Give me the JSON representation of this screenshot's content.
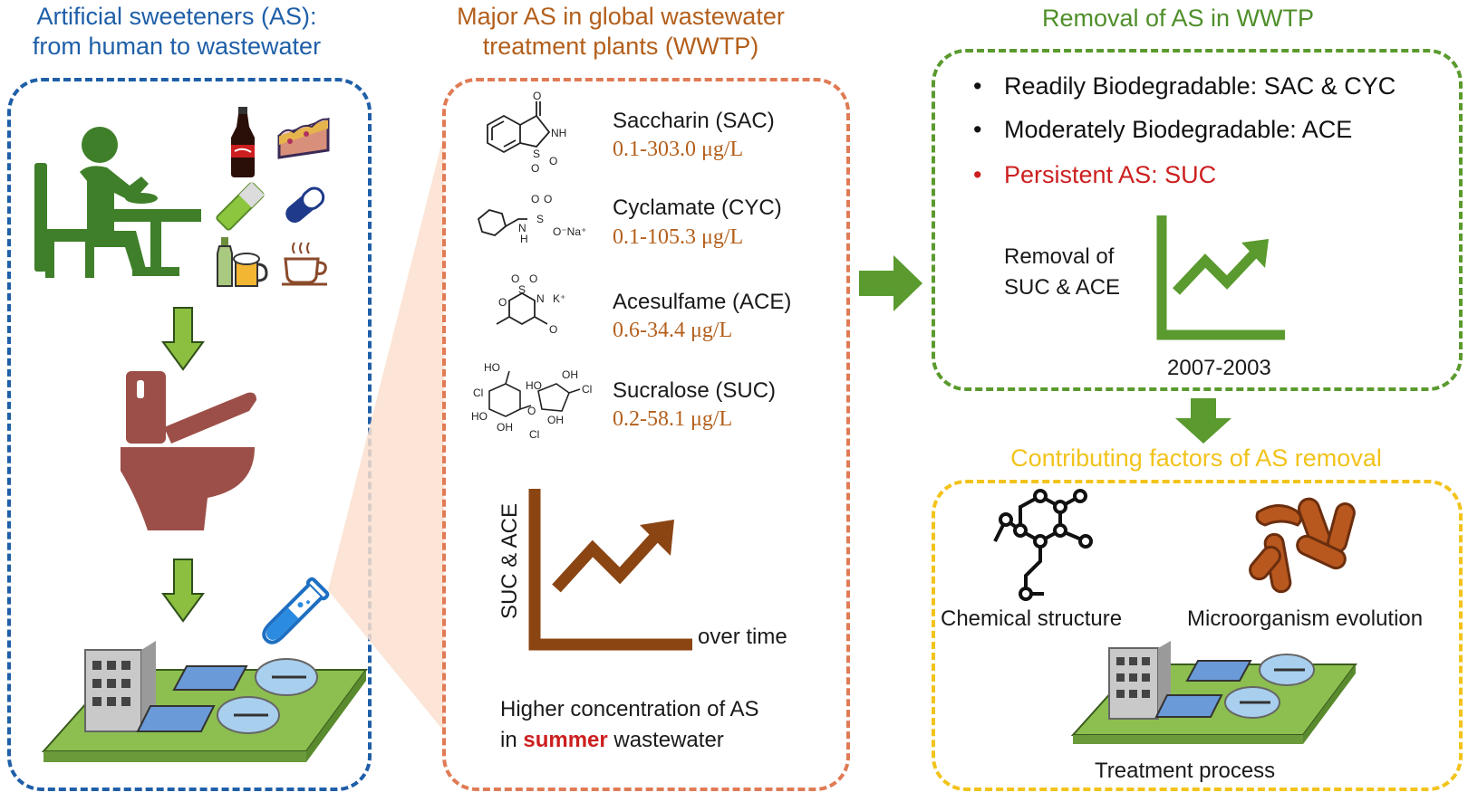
{
  "left": {
    "title_line1": "Artificial sweeteners (AS):",
    "title_line2": "from human to wastewater"
  },
  "middle": {
    "title_line1": "Major AS in global wastewater",
    "title_line2": "treatment plants (WWTP)",
    "compounds": [
      {
        "name": "Saccharin (SAC)",
        "range": "0.1-303.0 μg/L"
      },
      {
        "name": "Cyclamate (CYC)",
        "range": "0.1-105.3 μg/L"
      },
      {
        "name": "Acesulfame (ACE)",
        "range": "0.6-34.4 μg/L"
      },
      {
        "name": "Sucralose (SUC)",
        "range": "0.2-58.1 μg/L"
      }
    ],
    "trend_ylabel": "SUC & ACE",
    "trend_xlabel": "over time",
    "note_line1": "Higher concentration of AS",
    "note_in": "in",
    "note_highlight": "summer",
    "note_end": "wastewater"
  },
  "right_top": {
    "title": "Removal of AS in WWTP",
    "bullets": [
      {
        "text": "Readily Biodegradable: SAC & CYC",
        "color": "#111111"
      },
      {
        "text": "Moderately Biodegradable: ACE",
        "color": "#111111"
      },
      {
        "text": "Persistent AS: SUC",
        "color": "#cc1f1f"
      }
    ],
    "bullet_symbol": "•",
    "removal_line1": "Removal of",
    "removal_line2": "SUC & ACE",
    "years": "2007-2003"
  },
  "right_bottom": {
    "title": "Contributing factors of AS removal",
    "factor1": "Chemical structure",
    "factor2": "Microorganism evolution",
    "factor3": "Treatment process"
  },
  "molecule_atoms": {
    "sac": [
      "O",
      "NH",
      "S",
      "O",
      "O"
    ],
    "cyc": [
      "O",
      "O",
      "S",
      "N",
      "H",
      "O⁻Na⁺"
    ],
    "ace": [
      "O",
      "O",
      "S",
      "N",
      "K⁺",
      "O",
      "O"
    ],
    "suc": [
      "HO",
      "OH",
      "HO",
      "Cl",
      "HO",
      "OH",
      "O",
      "Cl",
      "Cl",
      "OH"
    ]
  },
  "colors": {
    "left_blue": "#1f5fa8",
    "middle_orange": "#e07b55",
    "brown": "#8b4513",
    "green": "#5a9a2e",
    "dark_green": "#3f7f2a",
    "yellow": "#f2c31b",
    "toilet": "#9c4f48",
    "red": "#cc1f1f"
  },
  "icons": [
    "person-eating-icon",
    "cola-bottle-icon",
    "cake-icon",
    "gum-icon",
    "pill-icon",
    "beer-icon",
    "coffee-icon",
    "toilet-icon",
    "test-tube-icon",
    "wwtp-plant-icon",
    "molecule-icon",
    "bacteria-icon",
    "trend-up-icon",
    "arrow-right-icon",
    "arrow-down-icon"
  ]
}
